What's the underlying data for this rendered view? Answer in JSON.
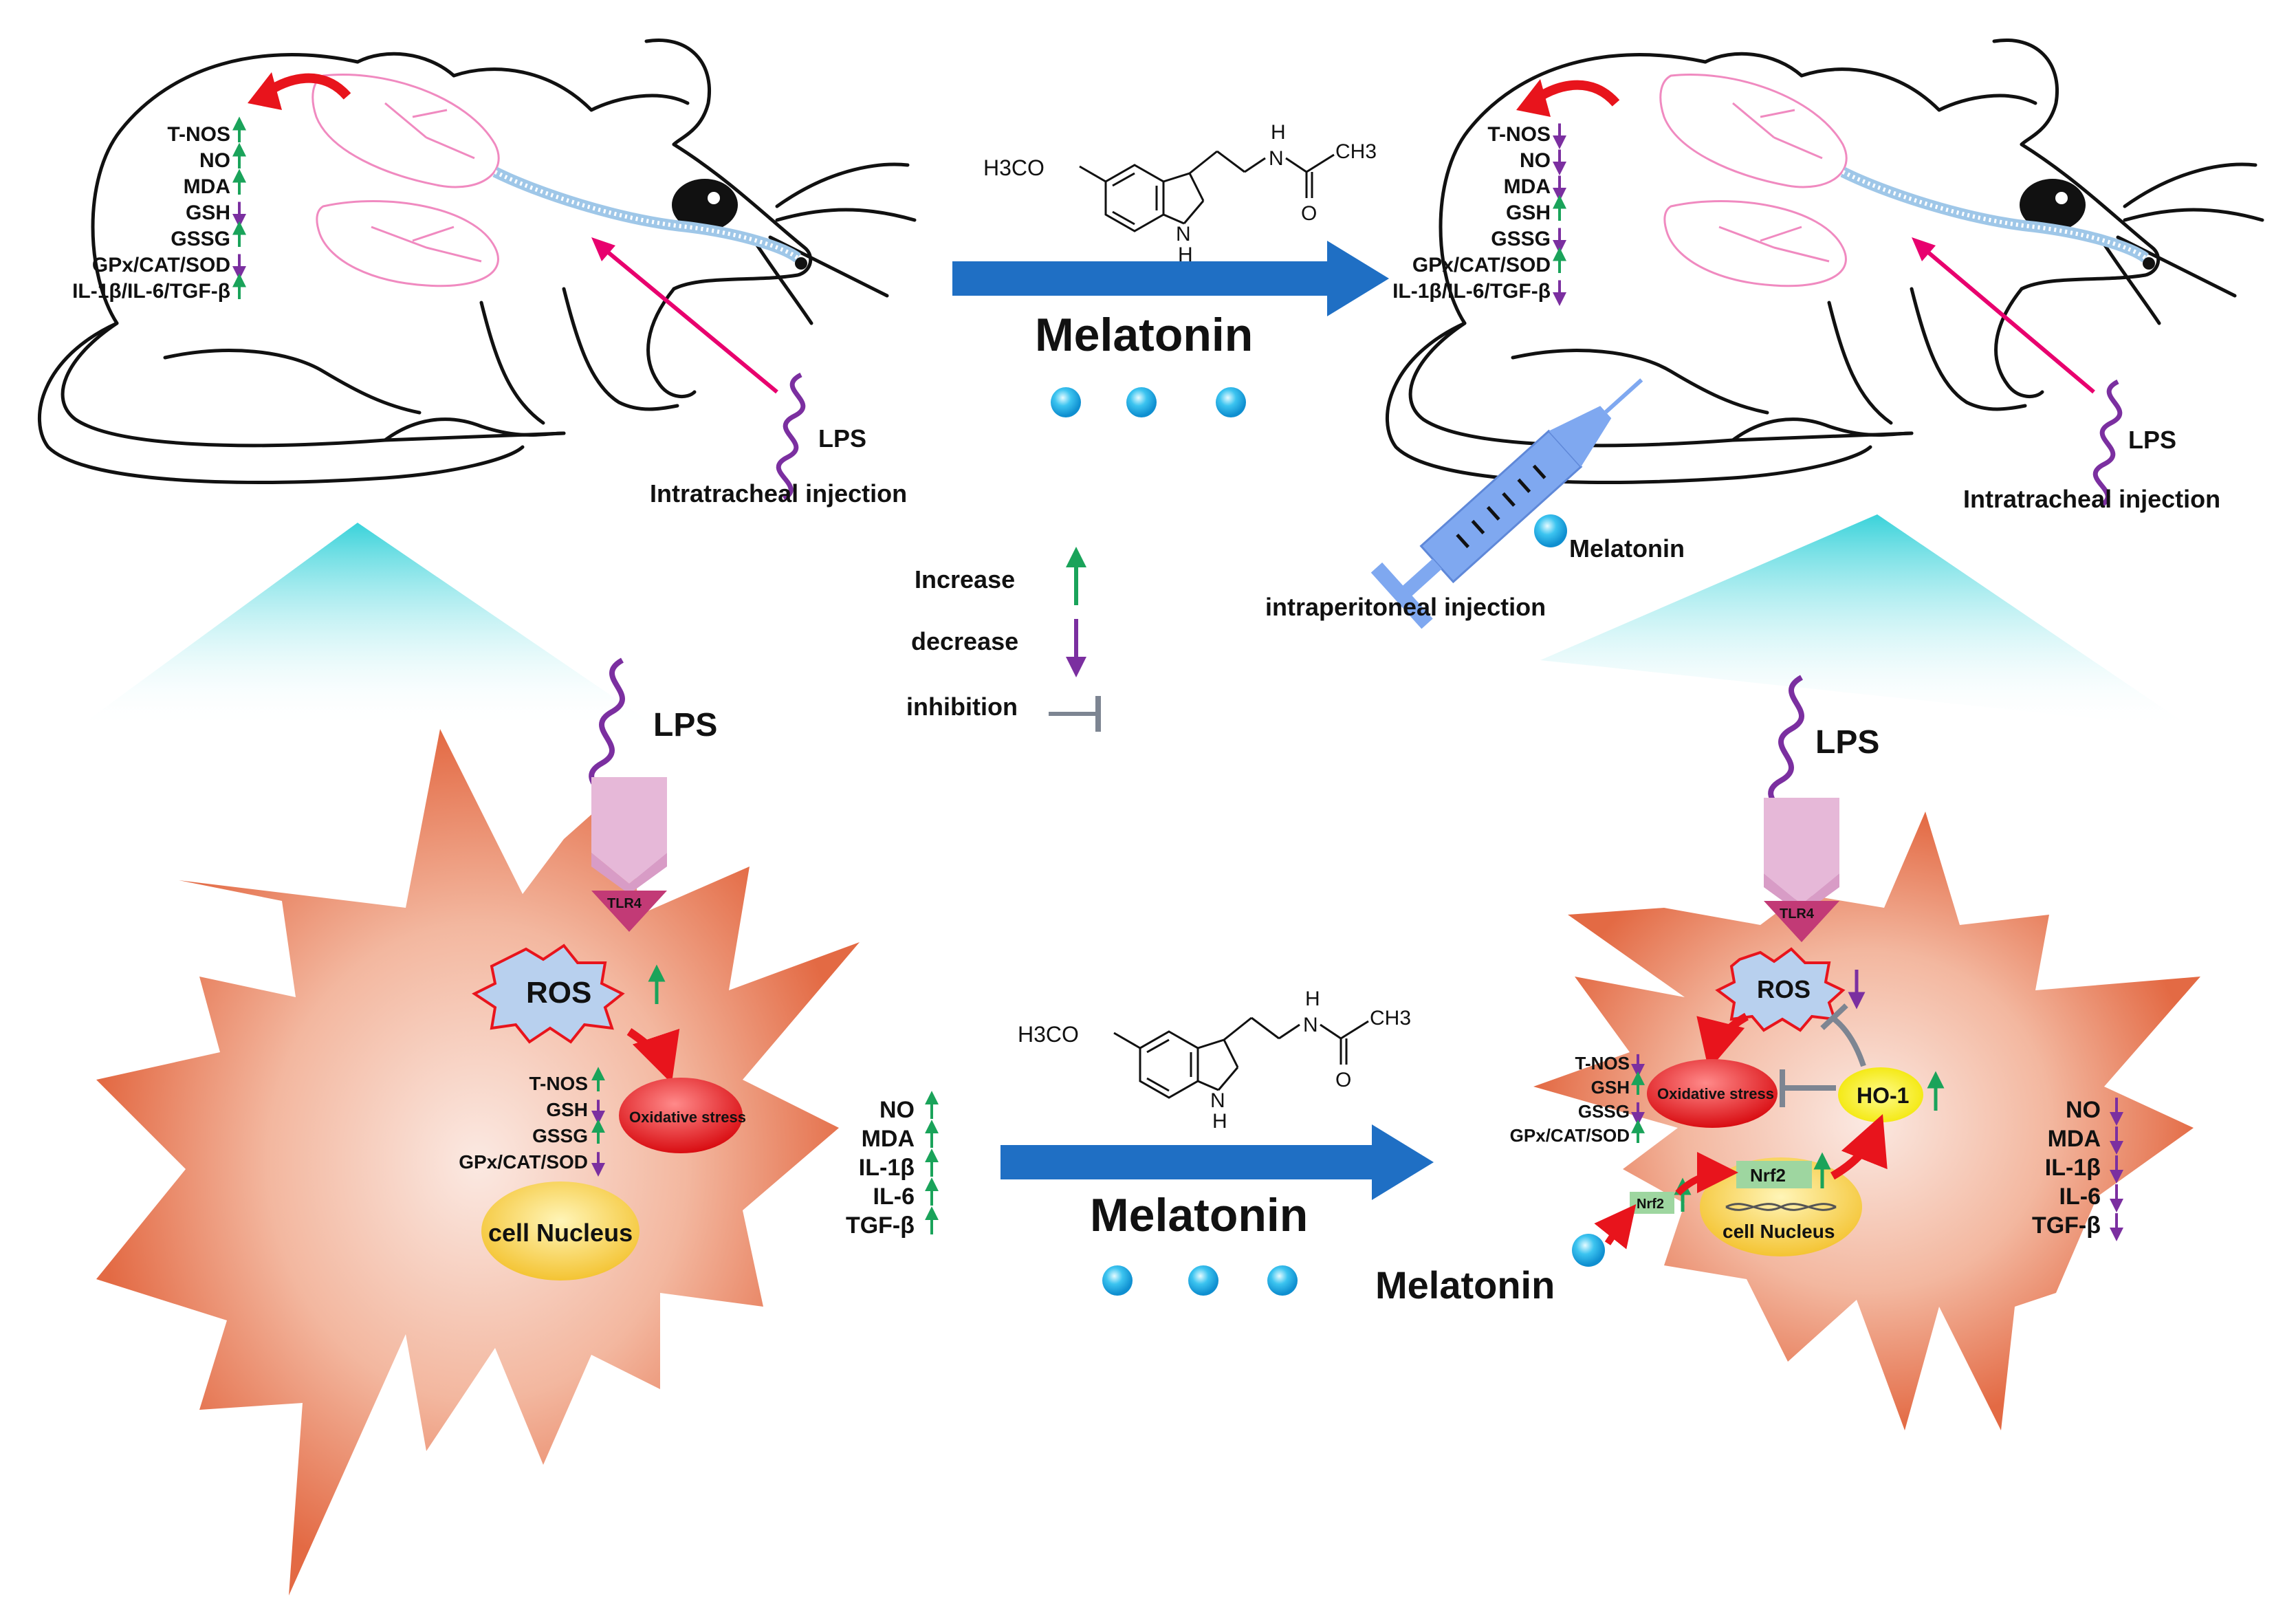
{
  "colors": {
    "increase": "#1aa35a",
    "decrease": "#7b2fa0",
    "inhibition": "#7d8592",
    "main_arrow": "#1f6fc4",
    "lps": "#7b2fa0",
    "cell": "#e8704a",
    "nucleus": "#f5d246",
    "oxidative_stress": "#e8141c",
    "ho1": "#f7f100",
    "dot": "#1eaee8",
    "syringe": "#7fa8f0",
    "lung": "#f08ac0",
    "injection_line": "#e8006e",
    "triangle": "#2fd0d8"
  },
  "compound": {
    "substituent_left": "H3CO",
    "ring_nh": "H",
    "ring_n": "N",
    "chain_h": "H",
    "chain_n": "N",
    "methyl": "CH3",
    "carbonyl_o": "O"
  },
  "top_left_mouse": {
    "marker_icons": [
      "arrow-up-icon",
      "arrow-up-icon",
      "arrow-up-icon",
      "arrow-down-icon",
      "arrow-up-icon",
      "arrow-down-icon",
      "arrow-up-icon"
    ],
    "markers": [
      {
        "label": "T-NOS",
        "trend": "up"
      },
      {
        "label": "NO",
        "trend": "up"
      },
      {
        "label": "MDA",
        "trend": "up"
      },
      {
        "label": "GSH",
        "trend": "down"
      },
      {
        "label": "GSSG",
        "trend": "up"
      },
      {
        "label": "GPx/CAT/SOD",
        "trend": "down"
      },
      {
        "label": "IL-1β/IL-6/TGF-β",
        "trend": "up"
      }
    ],
    "lps_label": "LPS",
    "injection_label": "Intratracheal injection"
  },
  "top_right_mouse": {
    "marker_icons": [
      "arrow-down-icon",
      "arrow-down-icon",
      "arrow-down-icon",
      "arrow-up-icon",
      "arrow-down-icon",
      "arrow-up-icon",
      "arrow-down-icon"
    ],
    "markers": [
      {
        "label": "T-NOS",
        "trend": "down"
      },
      {
        "label": "NO",
        "trend": "down"
      },
      {
        "label": "MDA",
        "trend": "down"
      },
      {
        "label": "GSH",
        "trend": "up"
      },
      {
        "label": "GSSG",
        "trend": "down"
      },
      {
        "label": "GPx/CAT/SOD",
        "trend": "up"
      },
      {
        "label": "IL-1β/IL-6/TGF-β",
        "trend": "down"
      }
    ],
    "lps_label": "LPS",
    "injection_label": "Intratracheal injection",
    "syringe_drug": "Melatonin",
    "syringe_label": "intraperitoneal injection"
  },
  "top_treatment": {
    "label": "Melatonin"
  },
  "legend": {
    "increase": "Increase",
    "decrease": "decrease",
    "inhibition": "inhibition"
  },
  "left_cell": {
    "lps": "LPS",
    "receptor": "TLR4",
    "ros": "ROS",
    "ros_trend": "up",
    "oxidative_stress": "Oxidative stress",
    "nucleus": "cell Nucleus",
    "inner_markers": [
      {
        "label": "T-NOS",
        "trend": "up"
      },
      {
        "label": "GSH",
        "trend": "down"
      },
      {
        "label": "GSSG",
        "trend": "up"
      },
      {
        "label": "GPx/CAT/SOD",
        "trend": "down"
      }
    ],
    "outer_markers": [
      {
        "label": "NO",
        "trend": "up"
      },
      {
        "label": "MDA",
        "trend": "up"
      },
      {
        "label": "IL-1β",
        "trend": "up"
      },
      {
        "label": "IL-6",
        "trend": "up"
      },
      {
        "label": "TGF-β",
        "trend": "up"
      }
    ]
  },
  "bottom_treatment": {
    "label": "Melatonin"
  },
  "right_cell": {
    "lps": "LPS",
    "receptor": "TLR4",
    "ros": "ROS",
    "ros_trend": "down",
    "oxidative_stress": "Oxidative stress",
    "ho1": "HO-1",
    "ho1_trend": "up",
    "nrf2_cyto": "Nrf2",
    "nrf2_nuclear": "Nrf2",
    "nrf2_trend": "up",
    "nucleus": "cell Nucleus",
    "external_drug": "Melatonin",
    "inner_markers": [
      {
        "label": "T-NOS",
        "trend": "down"
      },
      {
        "label": "GSH",
        "trend": "up"
      },
      {
        "label": "GSSG",
        "trend": "down"
      },
      {
        "label": "GPx/CAT/SOD",
        "trend": "up"
      }
    ],
    "outer_markers": [
      {
        "label": "NO",
        "trend": "down"
      },
      {
        "label": "MDA",
        "trend": "down"
      },
      {
        "label": "IL-1β",
        "trend": "down"
      },
      {
        "label": "IL-6",
        "trend": "down"
      },
      {
        "label": "TGF-β",
        "trend": "down"
      }
    ]
  }
}
